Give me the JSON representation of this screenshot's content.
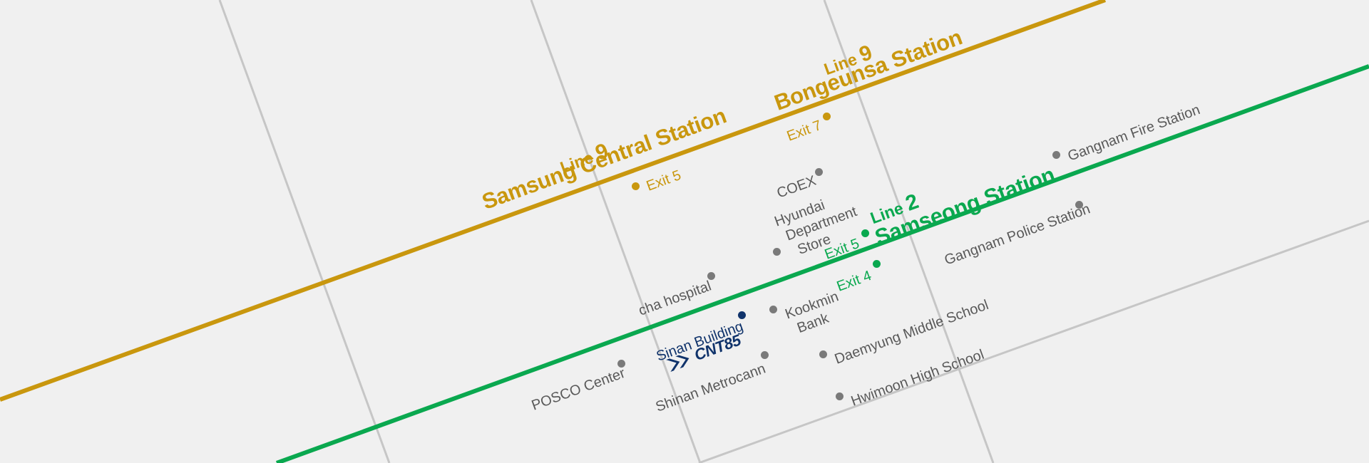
{
  "colors": {
    "background": "#f0f0f0",
    "street": "#c6c6c6",
    "line9": "#c9970e",
    "line2": "#0aa84f",
    "poi": "#595959",
    "brand": "#10336b"
  },
  "stations": {
    "samsung_central": {
      "line_prefix": "Line",
      "line_number": "9",
      "name": "Samsung Central Station",
      "exit": "Exit 5"
    },
    "bongeunsa": {
      "line_prefix": "Line",
      "line_number": "9",
      "name": "Bongeunsa Station",
      "exit": "Exit 7"
    },
    "samseong": {
      "line_prefix": "Line",
      "line_number": "2",
      "name": "Samseong Station",
      "exits": [
        "Exit 5",
        "Exit 4"
      ]
    }
  },
  "landmarks": {
    "coex": "COEX",
    "hyundai": [
      "Hyundai",
      "Department",
      "Store"
    ],
    "gangnam_fire": "Gangnam Fire Station",
    "gangnam_police": "Gangnam Police Station",
    "cha_hospital": "cha hospital",
    "kookmin": [
      "Kookmin",
      "Bank"
    ],
    "daemyung": "Daemyung Middle School",
    "hwimoon": "Hwimoon High School",
    "posco": "POSCO Center",
    "shinan_metrocann": "Shinan Metrocann"
  },
  "highlight": {
    "name": "Sinan Building",
    "logo_text": "CNT85",
    "logo_icon": "double-chevron-logo-icon"
  }
}
